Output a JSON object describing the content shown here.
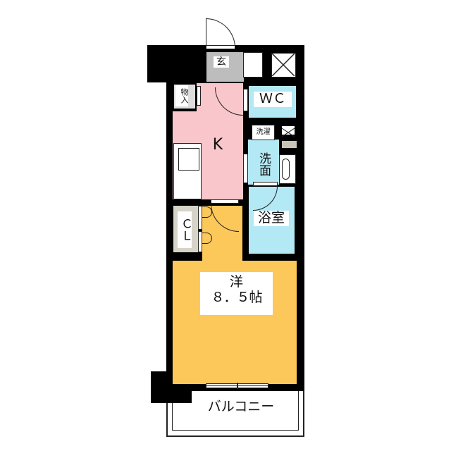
{
  "rooms": {
    "entrance": "玄",
    "storage": "物入",
    "kitchen": "K",
    "wc": "ＷＣ",
    "laundry": "洗濯",
    "washroom": "洗面",
    "bath": "浴室",
    "closet": "ＣＬ",
    "western_room": "洋",
    "western_size": "８．５帖",
    "balcony": "バルコニー"
  },
  "colors": {
    "kitchen": "#f9c6cb",
    "wet": "#b3e8f5",
    "western": "#fdc85a",
    "entrance": "#bdbdbd"
  }
}
